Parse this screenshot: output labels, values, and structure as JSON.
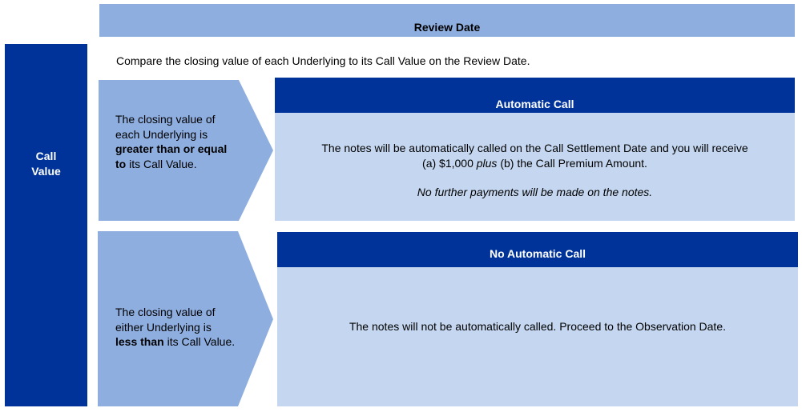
{
  "header": {
    "title": "Review Date"
  },
  "side": {
    "label_line1": "Call",
    "label_line2": "Value"
  },
  "instruction": "Compare the closing value of each Underlying to its Call Value on the Review Date.",
  "conditions": [
    {
      "pre": "The closing value of each Underlying is ",
      "bold": "greater than or equal to",
      "post": " its Call Value."
    },
    {
      "pre": "The closing value of either Underlying is ",
      "bold": "less than",
      "post": " its Call Value."
    }
  ],
  "outcomes": [
    {
      "title": "Automatic Call",
      "line1": "The notes will be automatically called on the Call Settlement Date and you will receive",
      "line2_a": "(a) $1,000 ",
      "line2_italic": "plus",
      "line2_b": " (b) the Call Premium Amount.",
      "note": "No further payments will be made on the notes."
    },
    {
      "title": "No Automatic Call",
      "text": "The notes will not be automatically called. Proceed to the Observation Date."
    }
  ],
  "colors": {
    "dark_blue": "#003399",
    "medium_blue": "#8eaee0",
    "light_blue": "#c5d7f0"
  }
}
